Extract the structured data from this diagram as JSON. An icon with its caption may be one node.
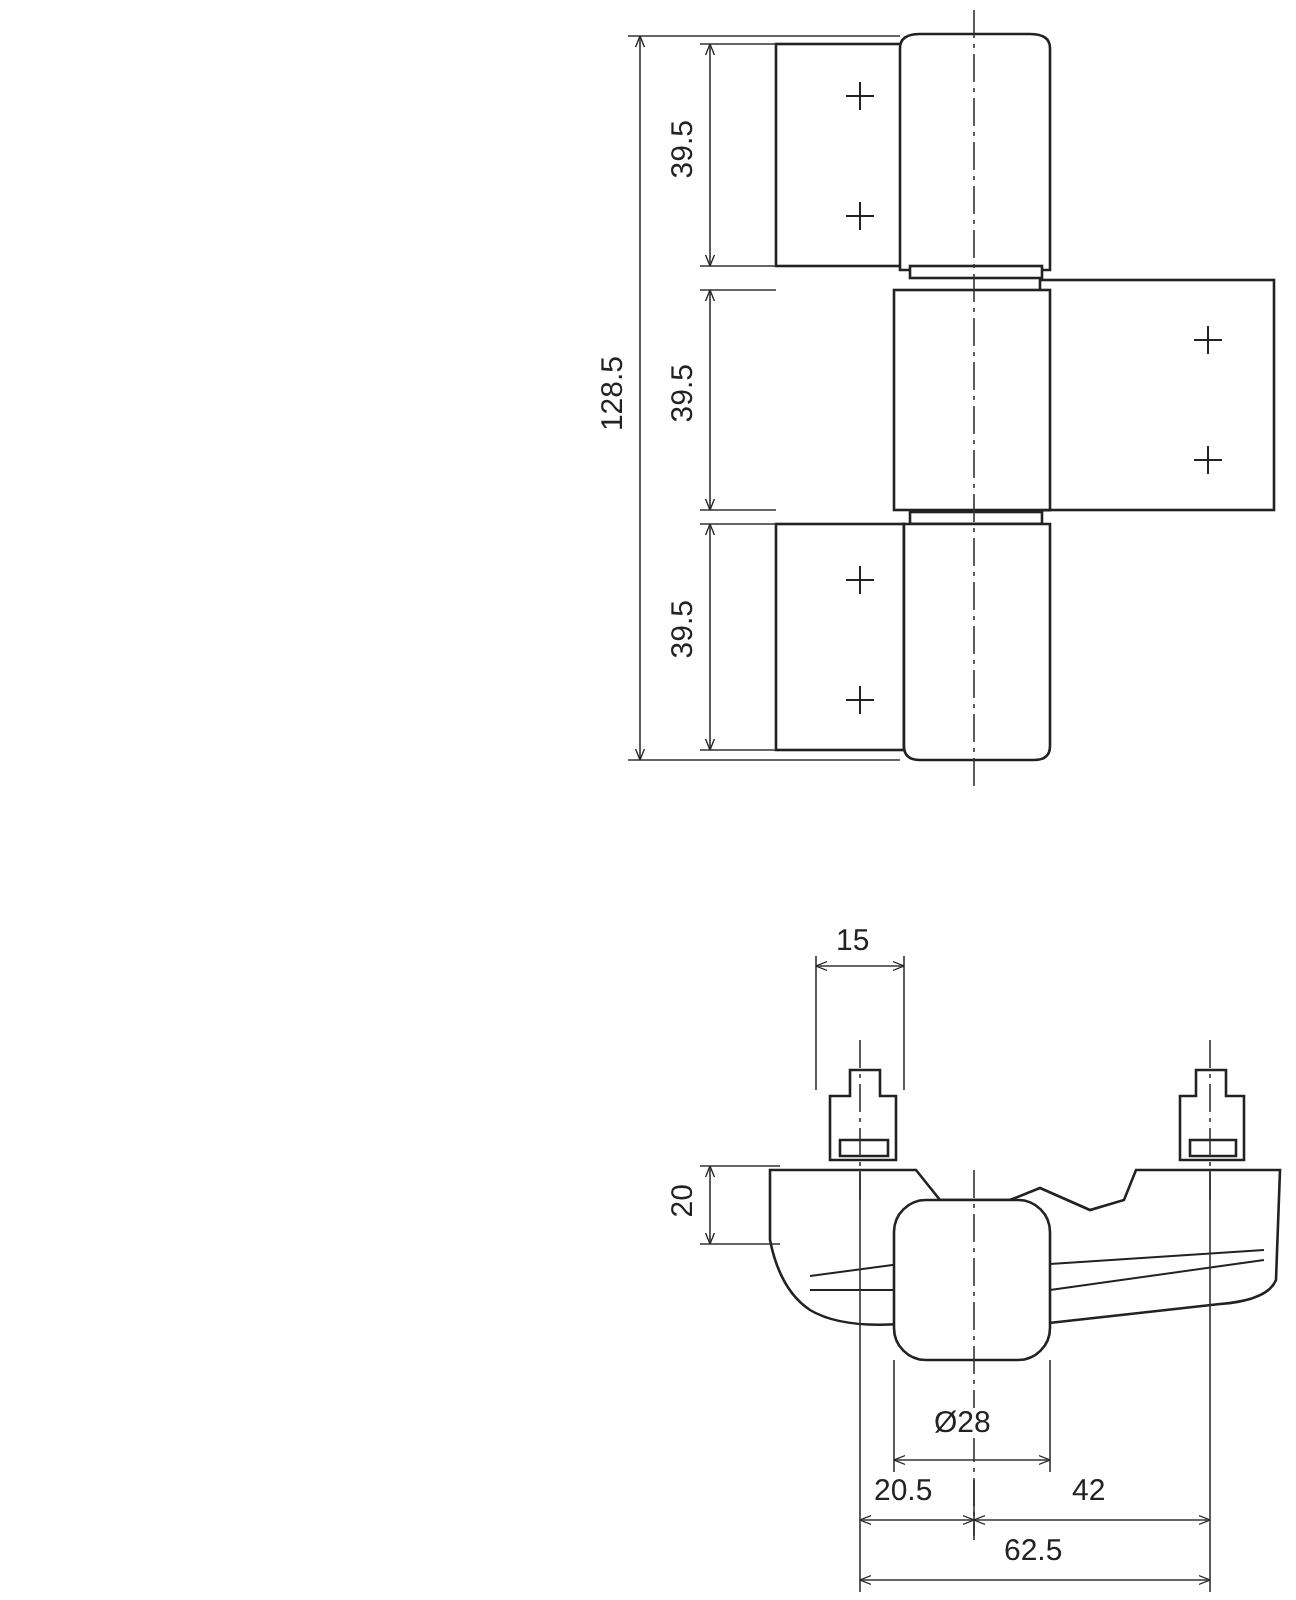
{
  "diagram": {
    "labels": [
      "39.5",
      "128.5",
      "39.5",
      "39.5",
      "15",
      "20",
      "Ø28",
      "20.5",
      "42",
      "62.5"
    ]
  }
}
